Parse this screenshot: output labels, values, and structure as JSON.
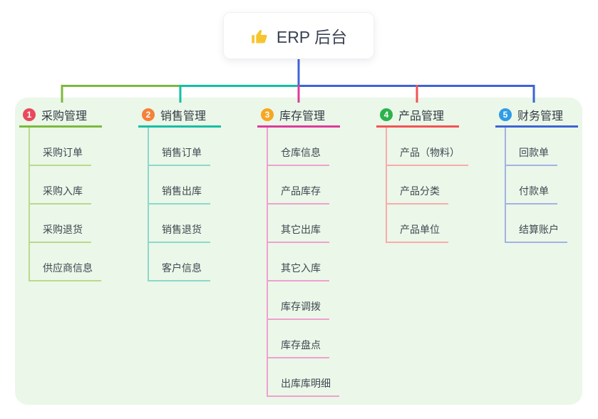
{
  "root": {
    "label": "ERP 后台",
    "icon": "thumbs-up-icon",
    "icon_color": "#f6c52e",
    "connector_color": "#4064d9"
  },
  "panel": {
    "background": "#ebf7e8"
  },
  "branches": [
    {
      "number": "1",
      "label": "采购管理",
      "badge_color": "#e9495e",
      "line_color": "#7cb93e",
      "child_line_color": "#b7db8d",
      "children": [
        "采购订单",
        "采购入库",
        "采购退货",
        "供应商信息"
      ]
    },
    {
      "number": "2",
      "label": "销售管理",
      "badge_color": "#f5813a",
      "line_color": "#13bfa6",
      "child_line_color": "#8bd9cc",
      "children": [
        "销售订单",
        "销售出库",
        "销售退货",
        "客户信息"
      ]
    },
    {
      "number": "3",
      "label": "库存管理",
      "badge_color": "#f6a723",
      "line_color": "#dd3b9c",
      "child_line_color": "#efa0d0",
      "children": [
        "仓库信息",
        "产品库存",
        "其它出库",
        "其它入库",
        "库存调拨",
        "库存盘点",
        "出库库明细"
      ]
    },
    {
      "number": "4",
      "label": "产品管理",
      "badge_color": "#2cb24c",
      "line_color": "#f25355",
      "child_line_color": "#f9abac",
      "children": [
        "产品（物料）",
        "产品分类",
        "产品单位"
      ]
    },
    {
      "number": "5",
      "label": "财务管理",
      "badge_color": "#2f9ce5",
      "line_color": "#3e63d6",
      "child_line_color": "#a3b2e6",
      "children": [
        "回款单",
        "付款单",
        "结算账户"
      ]
    }
  ]
}
